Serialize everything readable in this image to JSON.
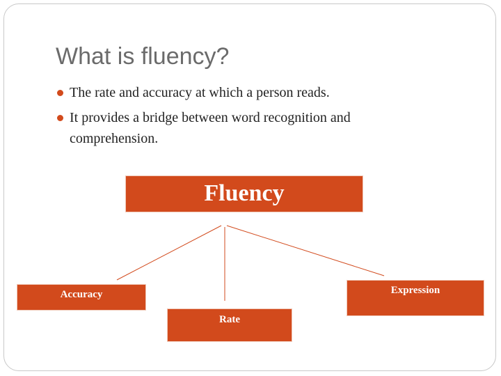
{
  "slide": {
    "title": "What is fluency?",
    "bullets": [
      "The rate and accuracy at which a person reads.",
      "It provides a bridge between word recognition and comprehension."
    ]
  },
  "diagram": {
    "root": "Fluency",
    "children": {
      "accuracy": "Accuracy",
      "rate": "Rate",
      "expression": "Expression"
    }
  },
  "colors": {
    "accent": "#d24a1c",
    "title": "#6b6b6b"
  }
}
